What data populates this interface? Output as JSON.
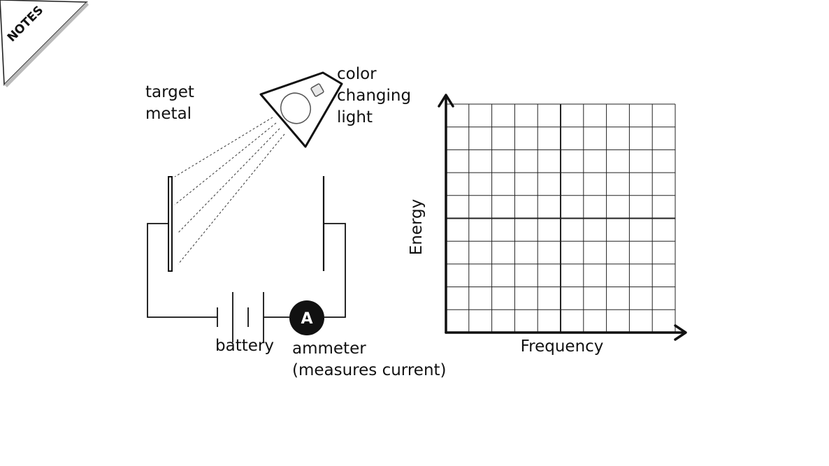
{
  "corner_tag": "NOTES",
  "labels": {
    "target_metal": "target\nmetal",
    "light": "color\nchanging\nlight",
    "battery": "battery",
    "ammeter": "ammeter\n(measures current)",
    "ammeter_symbol": "A"
  },
  "graph": {
    "xlabel": "Frequency",
    "ylabel": "Energy",
    "grid": true,
    "columns": 10,
    "rows": 10
  },
  "colors": {
    "ink": "#111111",
    "grid_line": "#222222",
    "ammeter_fill": "#111111"
  }
}
